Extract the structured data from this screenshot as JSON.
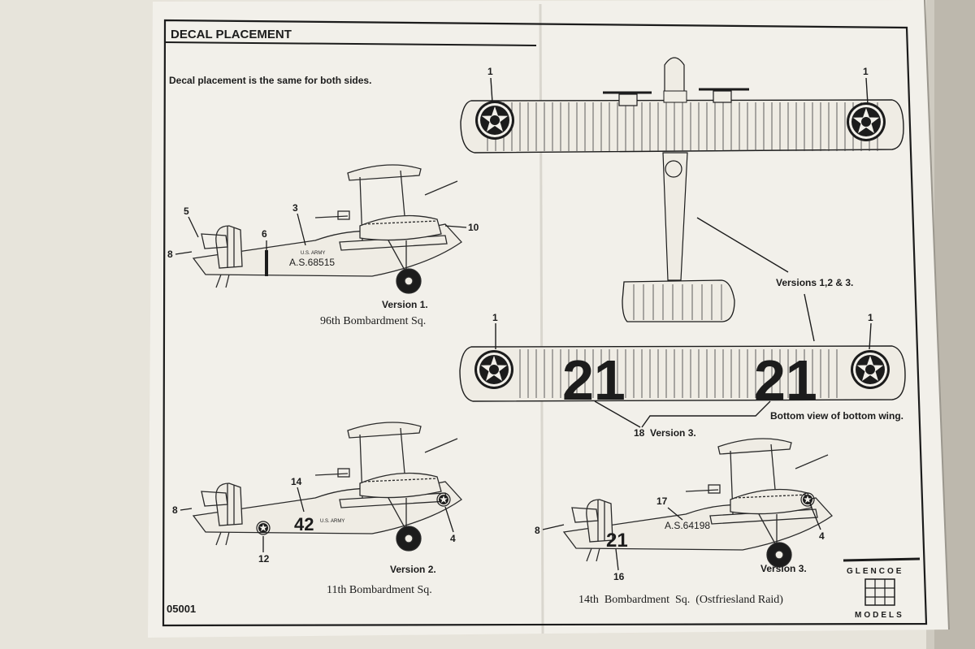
{
  "sheet": {
    "header": "DECAL PLACEMENT",
    "note": "Decal placement is the same for both sides.",
    "code": "05001"
  },
  "versions": {
    "v1": {
      "label": "Version 1.",
      "squadron": "96th Bombardment Sq.",
      "serial": "A.S.68515",
      "army": "U.S. ARMY"
    },
    "v2": {
      "label": "Version 2.",
      "squadron": "11th Bombardment Sq.",
      "number": "42",
      "army": "U.S. ARMY"
    },
    "v3": {
      "label": "Version 3.",
      "squadron": "14th  Bombardment  Sq.  (Ostfriesland Raid)",
      "serial": "A.S.64198",
      "number": "21"
    }
  },
  "views": {
    "versions_label": "Versions 1,2 & 3.",
    "bottom_wing_label": "Bottom view of bottom wing.",
    "version3_callout": "Version 3.",
    "wing_number": "21"
  },
  "callouts": {
    "v1": [
      "5",
      "3",
      "6",
      "8",
      "10"
    ],
    "v2": [
      "14",
      "8",
      "12",
      "4"
    ],
    "v3": [
      "17",
      "8",
      "16",
      "4"
    ],
    "top_wing": [
      "1",
      "1"
    ],
    "bottom_wing": [
      "1",
      "1"
    ],
    "version3_ref": "18"
  },
  "logo": {
    "top": "GLENCOE",
    "bottom": "MODELS"
  }
}
